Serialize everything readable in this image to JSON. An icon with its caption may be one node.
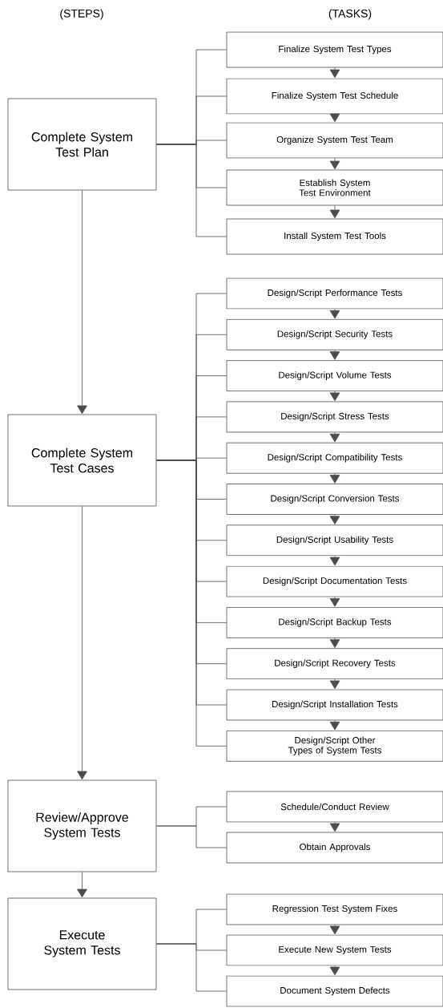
{
  "diagram": {
    "nodes": [
      {
        "text": [
          "Complete System Test Plan"
        ]
      },
      {
        "text": [
          "Finalize System Test Types"
        ]
      },
      {
        "text": [
          "Finalize System Test Schedule"
        ]
      },
      {
        "text": [
          "Organize System Test Team"
        ]
      },
      {
        "text": [
          "Establish System Test Environment"
        ]
      },
      {
        "text": [
          "Install System Test Tools"
        ]
      },
      {
        "text": [
          "Complete System Test Cases"
        ]
      },
      {
        "text": [
          "Design/Script Performance Tests"
        ]
      },
      {
        "text": [
          "Design/Script Security Tests"
        ]
      },
      {
        "text": [
          "Design/Script Volume Tests"
        ]
      },
      {
        "text": [
          "Design/Script Stress Tests"
        ]
      },
      {
        "text": [
          "Design/Script Compatibility Tests"
        ]
      },
      {
        "text": [
          "Design/Script Conversion Tests"
        ]
      },
      {
        "text": [
          "Design/Script Usability Tests"
        ]
      },
      {
        "text": [
          "Design/Script Documentation Tests"
        ]
      },
      {
        "text": [
          "Design/Script Backup Tests"
        ]
      },
      {
        "text": [
          "Design/Script Recovery Tests"
        ]
      },
      {
        "text": [
          "Design/Script Installation Tests"
        ]
      },
      {
        "text": [
          "Design/Script Other Types of System Tests"
        ]
      },
      {
        "text": [
          "Review/Approve System Tests"
        ]
      },
      {
        "text": [
          "Schedule/Conduct Review"
        ]
      },
      {
        "text": [
          "Obtain Approvals"
        ]
      },
      {
        "text": [
          "Execute System Tests"
        ]
      },
      {
        "text": [
          "Regression Test System Fixes"
        ]
      },
      {
        "text": [
          "Execute New System Tests"
        ]
      },
      {
        "text": [
          "Document System Defects"
        ]
      }
    ],
    "edges": [
      {
        "from": 0,
        "to": 6,
        "arrow": "to"
      },
      {
        "from": 6,
        "to": 19,
        "arrow": "to"
      },
      {
        "from": 19,
        "to": 22,
        "arrow": "to"
      },
      {
        "from": 0,
        "to": 1,
        "arrow": "none"
      },
      {
        "from": 0,
        "to": 2,
        "arrow": "none"
      },
      {
        "from": 0,
        "to": 3,
        "arrow": "none"
      },
      {
        "from": 0,
        "to": 4,
        "arrow": "none"
      },
      {
        "from": 0,
        "to": 5,
        "arrow": "none"
      },
      {
        "from": 1,
        "to": 2,
        "arrow": "to"
      },
      {
        "from": 2,
        "to": 3,
        "arrow": "to"
      },
      {
        "from": 3,
        "to": 4,
        "arrow": "to"
      },
      {
        "from": 4,
        "to": 5,
        "arrow": "to"
      },
      {
        "from": 6,
        "to": 7,
        "arrow": "none"
      },
      {
        "from": 6,
        "to": 8,
        "arrow": "none"
      },
      {
        "from": 6,
        "to": 9,
        "arrow": "none"
      },
      {
        "from": 6,
        "to": 10,
        "arrow": "none"
      },
      {
        "from": 6,
        "to": 11,
        "arrow": "none"
      },
      {
        "from": 6,
        "to": 12,
        "arrow": "none"
      },
      {
        "from": 6,
        "to": 13,
        "arrow": "none"
      },
      {
        "from": 6,
        "to": 14,
        "arrow": "none"
      },
      {
        "from": 6,
        "to": 15,
        "arrow": "none"
      },
      {
        "from": 6,
        "to": 16,
        "arrow": "none"
      },
      {
        "from": 6,
        "to": 17,
        "arrow": "none"
      },
      {
        "from": 6,
        "to": 18,
        "arrow": "none"
      },
      {
        "from": 7,
        "to": 8,
        "arrow": "to"
      },
      {
        "from": 8,
        "to": 9,
        "arrow": "to"
      },
      {
        "from": 9,
        "to": 10,
        "arrow": "to"
      },
      {
        "from": 10,
        "to": 11,
        "arrow": "to"
      },
      {
        "from": 11,
        "to": 12,
        "arrow": "to"
      },
      {
        "from": 12,
        "to": 13,
        "arrow": "to"
      },
      {
        "from": 13,
        "to": 14,
        "arrow": "to"
      },
      {
        "from": 14,
        "to": 15,
        "arrow": "to"
      },
      {
        "from": 15,
        "to": 16,
        "arrow": "to"
      },
      {
        "from": 16,
        "to": 17,
        "arrow": "to"
      },
      {
        "from": 17,
        "to": 18,
        "arrow": "to"
      },
      {
        "from": 19,
        "to": 20,
        "arrow": "none"
      },
      {
        "from": 19,
        "to": 21,
        "arrow": "none"
      },
      {
        "from": 20,
        "to": 21,
        "arrow": "to"
      },
      {
        "from": 22,
        "to": 23,
        "arrow": "none"
      },
      {
        "from": 22,
        "to": 24,
        "arrow": "none"
      },
      {
        "from": 22,
        "to": 25,
        "arrow": "none"
      },
      {
        "from": 23,
        "to": 24,
        "arrow": "to"
      },
      {
        "from": 24,
        "to": 25,
        "arrow": "to"
      }
    ],
    "labels": [
      "(STEPS)",
      "(TASKS)"
    ]
  }
}
